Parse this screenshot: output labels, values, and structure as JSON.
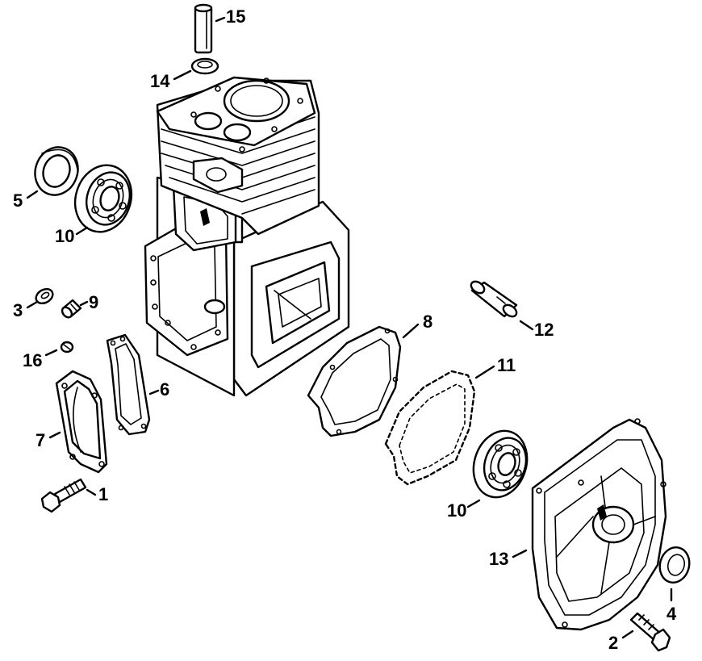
{
  "callouts": {
    "c15": "15",
    "c14": "14",
    "c5": "5",
    "c10a": "10",
    "c3": "3",
    "c9": "9",
    "c16": "16",
    "c6": "6",
    "c7": "7",
    "c1": "1",
    "c8": "8",
    "c12": "12",
    "c11": "11",
    "c10b": "10",
    "c13": "13",
    "c4": "4",
    "c2": "2"
  }
}
